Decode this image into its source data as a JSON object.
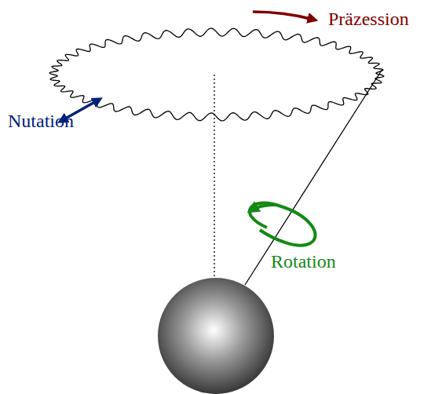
{
  "diagram": {
    "labels": [
      "Präzession",
      "Nutation",
      "Rotation"
    ]
  }
}
